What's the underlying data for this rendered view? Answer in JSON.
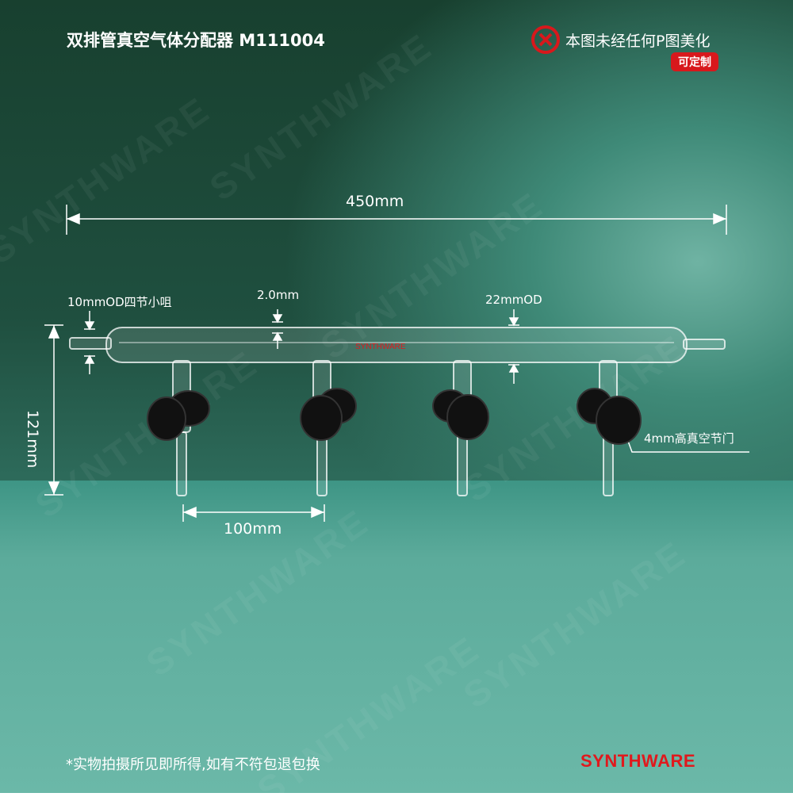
{
  "header": {
    "title": "双排管真空气体分配器 M111004",
    "no_edit_notice": "本图未经任何P图美化",
    "custom_badge": "可定制"
  },
  "dimensions": {
    "total_length": "450mm",
    "height": "121mm",
    "branch_spacing": "100mm",
    "hose_barb": "10mmOD四节小咀",
    "wall_thickness": "2.0mm",
    "tube_od": "22mmOD",
    "valve": "4mm高真空节门"
  },
  "tube_logo": "SYNTHWARE",
  "footer": {
    "disclaimer": "*实物拍摄所见即所得,如有不符包退包换",
    "brand": "SYNTHWARE"
  },
  "colors": {
    "accent": "#d8181c",
    "background": "#1f4f3f",
    "table": "#5cab9b"
  }
}
